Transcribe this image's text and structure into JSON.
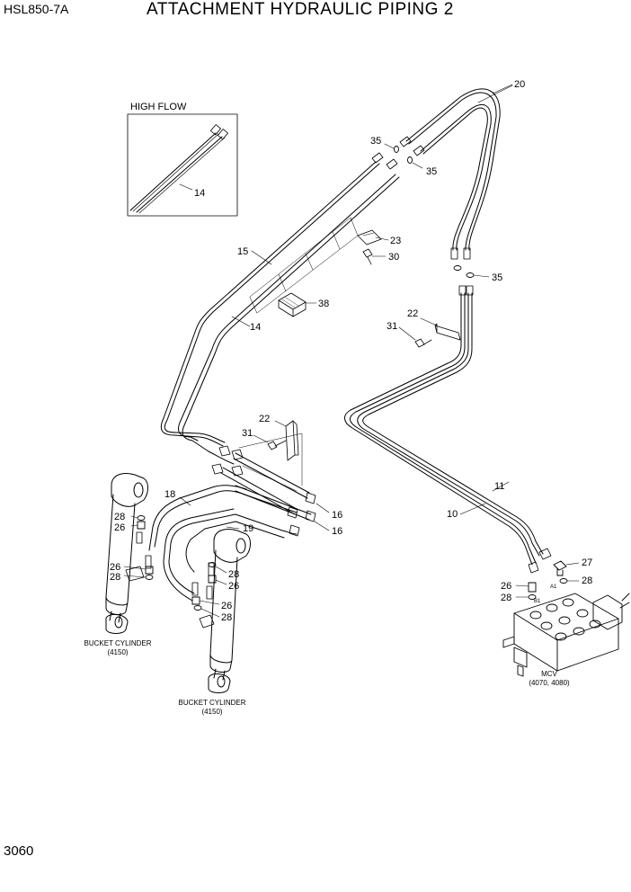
{
  "header": {
    "model": "HSL850-7A",
    "title": "ATTACHMENT HYDRAULIC PIPING 2",
    "page_number": "3060"
  },
  "inset": {
    "label": "HIGH FLOW"
  },
  "captions": {
    "bucket_cylinder_left_name": "BUCKET CYLINDER",
    "bucket_cylinder_left_code": "(4150)",
    "bucket_cylinder_right_name": "BUCKET CYLINDER",
    "bucket_cylinder_right_code": "(4150)",
    "mcv_name": "MCV",
    "mcv_code": "(4070, 4080)",
    "mcv_port_a1": "A1",
    "mcv_port_b1": "B1"
  },
  "callouts": [
    "20",
    "35",
    "35",
    "14",
    "23",
    "30",
    "15",
    "35",
    "38",
    "22",
    "31",
    "14",
    "22",
    "31",
    "18",
    "16",
    "16",
    "28",
    "26",
    "19",
    "11",
    "10",
    "27",
    "28",
    "26",
    "28",
    "28",
    "26",
    "26",
    "28",
    "26",
    "28"
  ]
}
